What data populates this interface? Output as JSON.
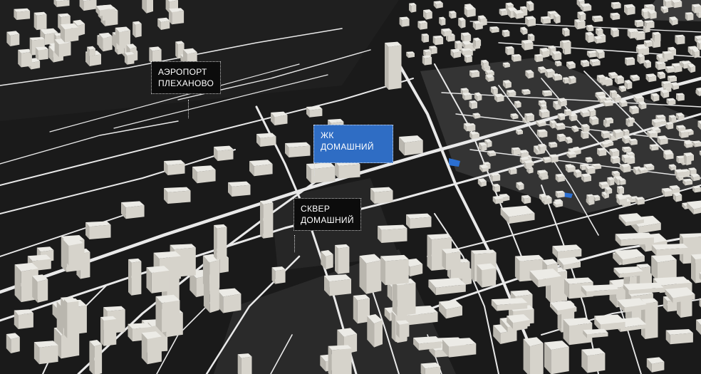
{
  "map": {
    "colors": {
      "ground": "#1a1a1a",
      "district": "#2a2a2a",
      "district_light": "#4a4a4a",
      "roads": "#e9e9e9",
      "building_top": "#ecebe6",
      "building_side": "#b9b6ae",
      "water": "#2b6fd1",
      "accent": "#2f6dc4"
    },
    "labels": [
      {
        "id": "airport",
        "lines": [
          "АЭРОПОРТ",
          "ПЛЕХАНОВО"
        ],
        "style": "dark",
        "icon": "airport-marker"
      },
      {
        "id": "complex",
        "lines": [
          "ЖК",
          "ДОМАШНИЙ"
        ],
        "style": "accent",
        "icon": "residential-complex-marker"
      },
      {
        "id": "square",
        "lines": [
          "СКВЕР",
          "ДОМАШНИЙ"
        ],
        "style": "dark",
        "icon": "park-marker"
      }
    ]
  }
}
